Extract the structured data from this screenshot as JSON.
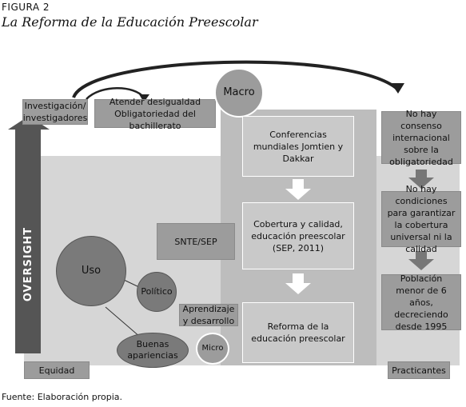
{
  "figure": {
    "label": "FIGURA 2",
    "title": "La Reforma de la Educación Preescolar",
    "source": "Fuente: Elaboración propia."
  },
  "axis": {
    "vertical": "OVERSIGHT"
  },
  "top": {
    "investigacion": "Investigación/ investigadores",
    "atender": "Atender desigualdad Obligatoriedad del bachillerato",
    "macro": "Macro"
  },
  "center": {
    "conferencias": "Conferencias mundiales Jomtien y Dakkar",
    "cobertura": "Cobertura y calidad, educación preescolar (SEP, 2011)",
    "reforma": "Reforma de la educación preescolar"
  },
  "left": {
    "snte": "SNTE/SEP",
    "uso": "Uso",
    "politico": "Político",
    "aprendizaje": "Aprendizaje y desarrollo",
    "buenas": "Buenas apariencias",
    "micro": "Micro",
    "equidad": "Equidad"
  },
  "right": {
    "consenso": "No hay consenso internacional sobre la obligatoriedad",
    "condiciones": "No hay condiciones para garantizar la cobertura universal ni la calidad",
    "poblacion": "Población menor de 6 años, decreciendo desde 1995",
    "practicantes": "Practicantes"
  }
}
